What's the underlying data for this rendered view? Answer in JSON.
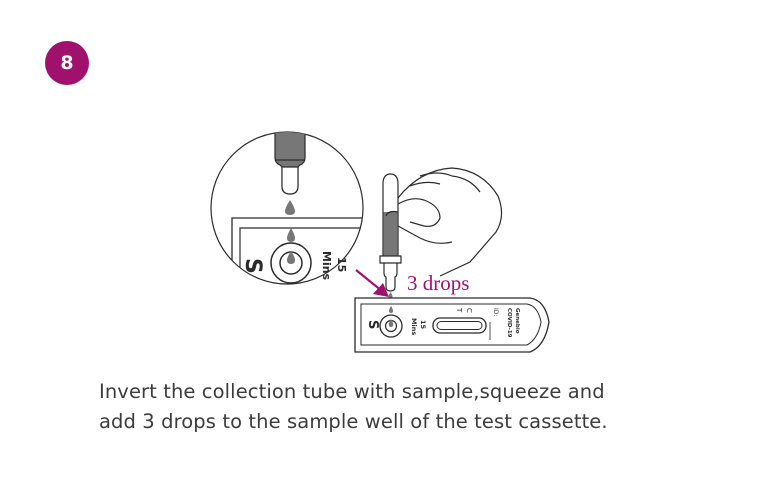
{
  "step": {
    "number": "8",
    "color": "#a0116e"
  },
  "callout": {
    "drops_label": "3 drops",
    "arrow_color": "#a0116e"
  },
  "zoom_view": {
    "well_letter": "S",
    "time_value": "15",
    "time_unit": "Mins"
  },
  "cassette": {
    "well_letter": "S",
    "time_value": "15",
    "time_unit": "Mins",
    "line_c": "C",
    "line_t": "T",
    "id_label": "ID:",
    "brand": "Genebio",
    "product": "COVID-19"
  },
  "instruction": {
    "line1": "Invert the collection tube with sample,squeeze and",
    "line2": "add 3 drops to the sample well of the test cassette."
  },
  "colors": {
    "sample_fill": "#777777",
    "outline": "#2b2b2b"
  }
}
